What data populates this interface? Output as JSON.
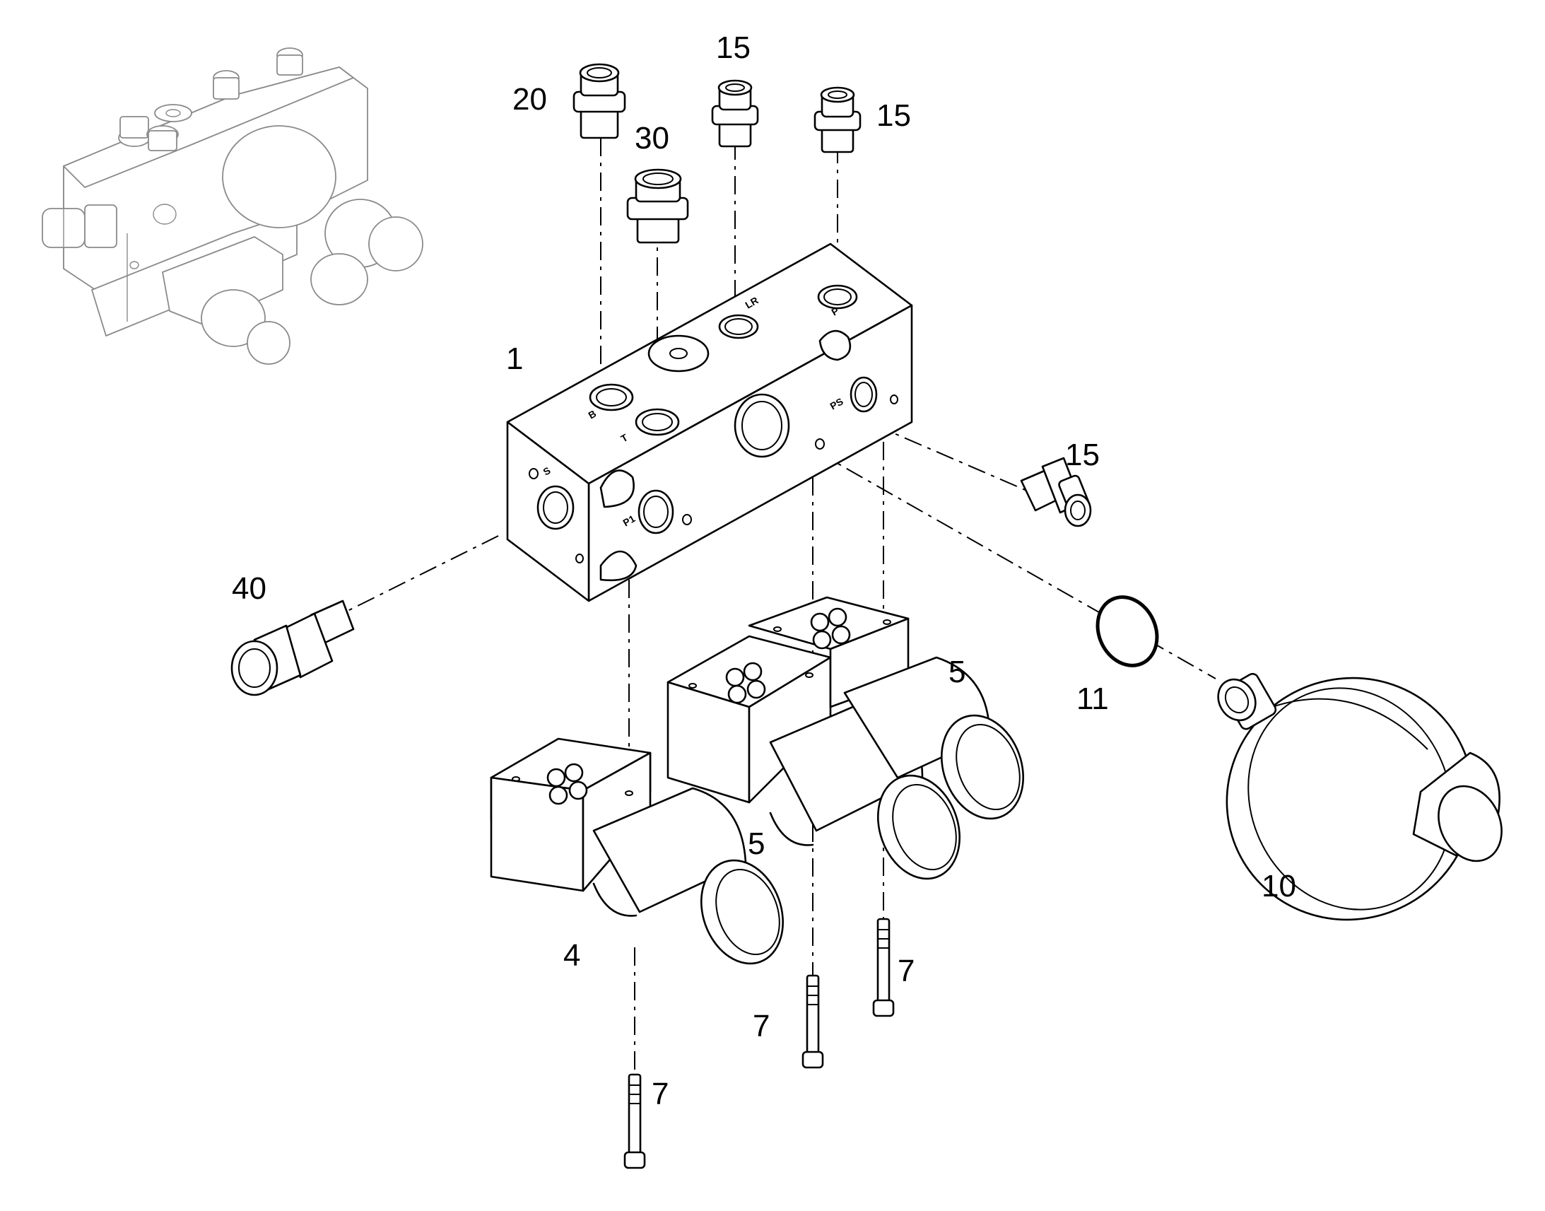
{
  "diagram": {
    "callouts": {
      "c1": "1",
      "c4": "4",
      "c5a": "5",
      "c5b": "5",
      "c7a": "7",
      "c7b": "7",
      "c7c": "7",
      "c10": "10",
      "c11": "11",
      "c15a": "15",
      "c15b": "15",
      "c15c": "15",
      "c20": "20",
      "c30": "30",
      "c40": "40"
    },
    "port_marks": {
      "b": "B",
      "t": "T",
      "lr": "LR",
      "p": "P",
      "ps": "PS",
      "p1": "P1",
      "s": "S"
    }
  }
}
